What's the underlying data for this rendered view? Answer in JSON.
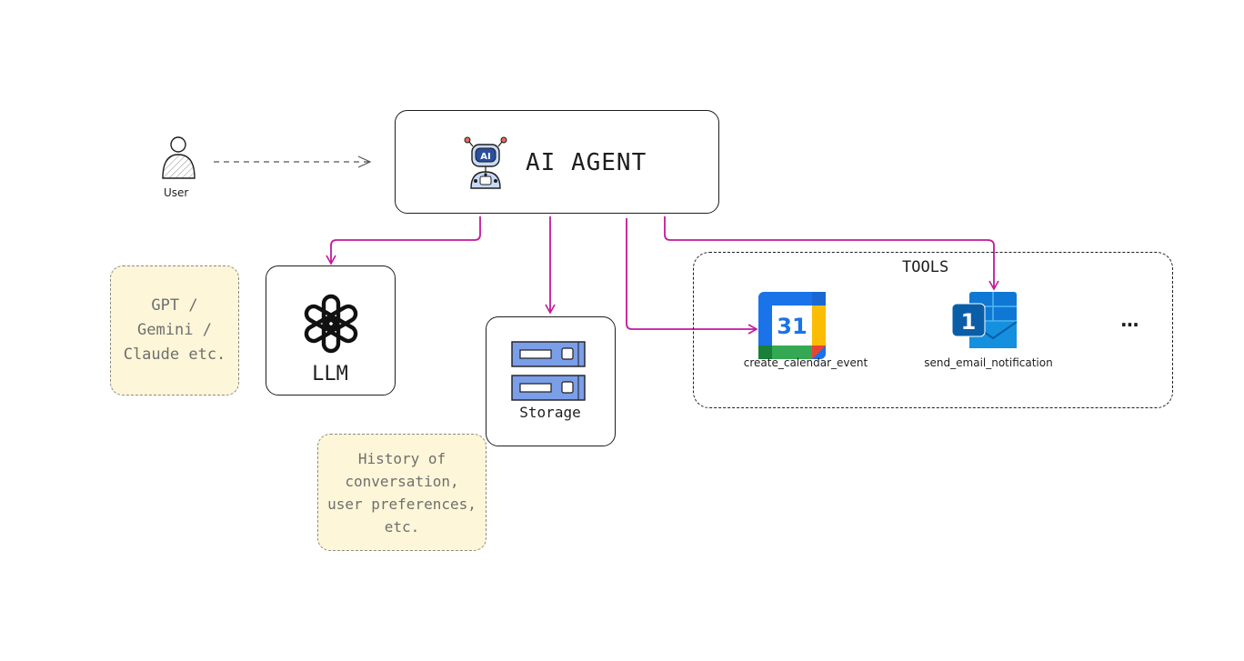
{
  "user": {
    "label": "User"
  },
  "agent": {
    "label": "AI AGENT",
    "icon_text": "AI",
    "icon": "robot-icon"
  },
  "llm": {
    "label": "LLM",
    "icon": "openai-logo-icon",
    "note": "GPT / Gemini / Claude etc."
  },
  "storage": {
    "label": "Storage",
    "icon": "server-icon",
    "note": "History of conversation, user preferences, etc."
  },
  "tools": {
    "title": "TOOLS",
    "items": [
      {
        "label": "create_calendar_event",
        "icon": "google-calendar-icon",
        "icon_text": "31"
      },
      {
        "label": "send_email_notification",
        "icon": "outlook-icon",
        "icon_text": "1"
      }
    ],
    "more": "..."
  },
  "colors": {
    "arrow": "#c2189a",
    "stroke": "#1e1e1e",
    "note_fill": "#fdf6d8",
    "note_text": "#6f6f6f",
    "server": "#7b9ee8"
  }
}
